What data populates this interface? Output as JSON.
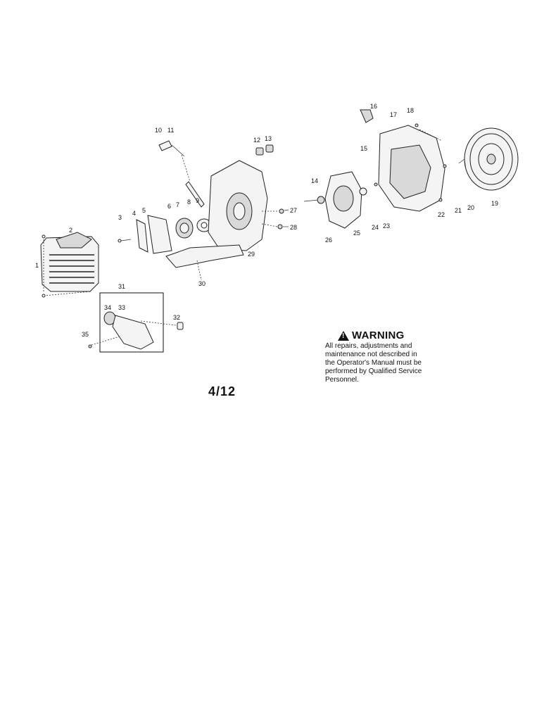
{
  "callouts": [
    "1",
    "2",
    "3",
    "4",
    "5",
    "6",
    "7",
    "8",
    "9",
    "10",
    "11",
    "12",
    "13",
    "14",
    "15",
    "16",
    "17",
    "18",
    "19",
    "20",
    "21",
    "22",
    "23",
    "24",
    "25",
    "26",
    "27",
    "28",
    "29",
    "30",
    "31",
    "32",
    "33",
    "34",
    "35"
  ],
  "warning": {
    "title": "WARNING",
    "icon": "warning-triangle-icon",
    "lines": [
      "All repairs, adjustments and",
      "maintenance not described in",
      "the Operator's Manual must be",
      "performed by Qualified Service",
      "Personnel."
    ]
  },
  "page_number": "4/12"
}
